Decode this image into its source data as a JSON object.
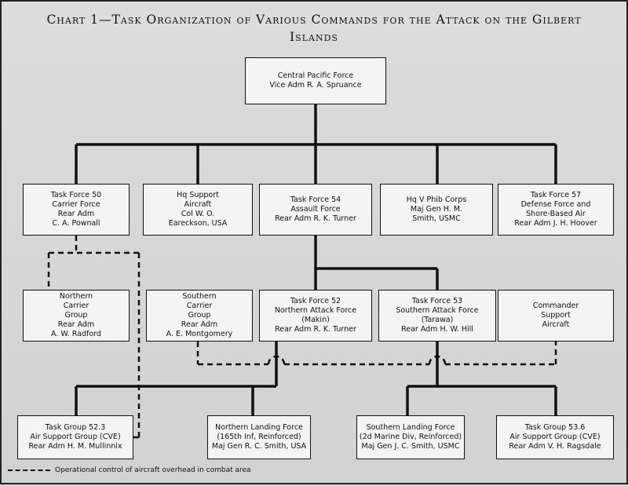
{
  "title": {
    "line1": "Chart 1—Task Organization of Various Commands for the Attack on the Gilbert",
    "line2": "Islands"
  },
  "nodes": {
    "central": [
      "Central Pacific Force",
      "Vice Adm R. A. Spruance"
    ],
    "tf50": [
      "Task Force 50",
      "Carrier Force",
      "Rear Adm",
      "C. A. Pownall"
    ],
    "hq_support_aircraft": [
      "Hq Support",
      "Aircraft",
      "Col W. O.",
      "Eareckson, USA"
    ],
    "tf54": [
      "Task Force 54",
      "Assault Force",
      "Rear Adm R. K. Turner"
    ],
    "hq_v_phib": [
      "Hq V Phib Corps",
      "Maj Gen H. M.",
      "Smith, USMC"
    ],
    "tf57": [
      "Task Force 57",
      "Defense Force and",
      "Shore-Based Air",
      "Rear Adm J. H. Hoover"
    ],
    "northern_carrier": [
      "Northern",
      "Carrier",
      "Group",
      "Rear Adm",
      "A. W. Radford"
    ],
    "southern_carrier": [
      "Southern",
      "Carrier",
      "Group",
      "Rear Adm",
      "A. E. Montgomery"
    ],
    "tf52": [
      "Task Force 52",
      "Northern Attack Force",
      "(Makin)",
      "Rear Adm R. K. Turner"
    ],
    "tf53": [
      "Task Force 53",
      "Southern Attack Force",
      "(Tarawa)",
      "Rear Adm H. W. Hill"
    ],
    "commander_support": [
      "Commander",
      "Support",
      "Aircraft"
    ],
    "tg523": [
      "Task Group 52.3",
      "Air Support Group (CVE)",
      "Rear Adm H. M. Mullinnix"
    ],
    "northern_landing": [
      "Northern Landing Force",
      "(165th Inf, Reinforced)",
      "Maj Gen R. C. Smith, USA"
    ],
    "southern_landing": [
      "Southern Landing Force",
      "(2d Marine Div, Reinforced)",
      "Maj Gen J. C. Smith, USMC"
    ],
    "tg536": [
      "Task Group 53.6",
      "Air Support Group (CVE)",
      "Rear Adm V. H. Ragsdale"
    ]
  },
  "legend": {
    "text": "Operational control of aircraft overhead in combat area"
  }
}
